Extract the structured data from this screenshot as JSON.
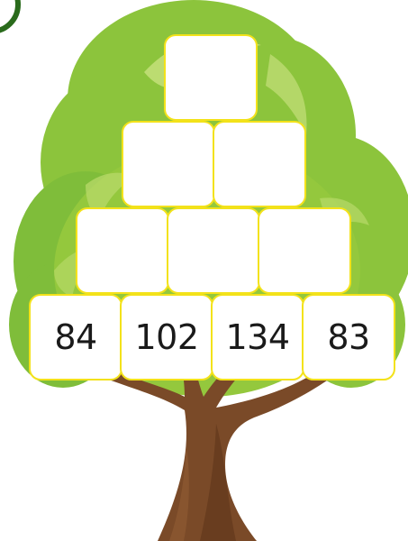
{
  "pyramid": {
    "row1": [
      ""
    ],
    "row2": [
      "",
      ""
    ],
    "row3": [
      "",
      "",
      ""
    ],
    "row4": [
      "84",
      "102",
      "134",
      "83"
    ]
  },
  "colors": {
    "foliage_dark": "#7bbd3a",
    "foliage_mid": "#9ccb3b",
    "foliage_light": "#c4e07a",
    "trunk": "#7a4a28",
    "trunk_shadow": "#5e3519",
    "cell_border": "#f3e21a",
    "cell_fill": "#ffffff",
    "text": "#1a1a1a"
  }
}
